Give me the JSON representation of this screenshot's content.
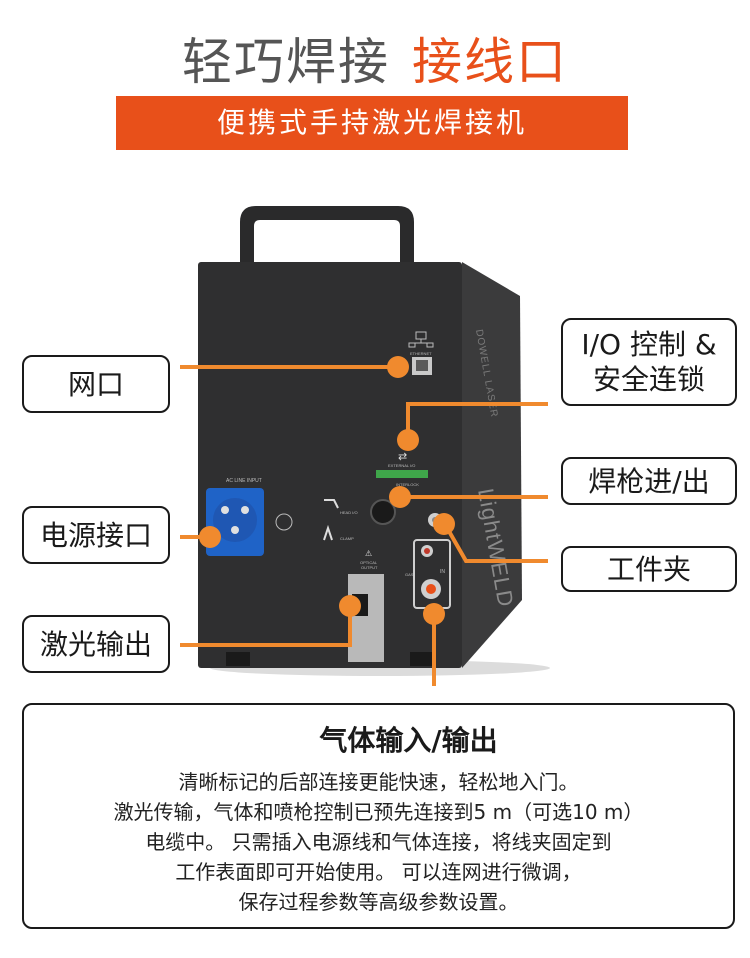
{
  "title": {
    "part1": "轻巧焊接",
    "part2": "接线口"
  },
  "banner": "便携式手持激光焊接机",
  "colors": {
    "accent": "#e8501a",
    "cabinet": "#2f2f30",
    "connector": "#1f63c7"
  },
  "labels": {
    "network": "网口",
    "power": "电源接口",
    "laser_out": "激光输出",
    "io_line1": "I/O 控制 &",
    "io_line2": "安全连锁",
    "torch": "焊枪进/出",
    "clamp": "工件夹"
  },
  "device": {
    "brand_side": "DOWELL LASER",
    "brand_product": "LightWELD",
    "ethernet": "ETHERNET",
    "ac_line": "AC LINE INPUT",
    "external_io": "EXTERNAL I/O",
    "interlock": "INTERLOCK",
    "head_io": "HEAD I/O",
    "clamp": "CLAMP",
    "optical_output_line1": "OPTICAL",
    "optical_output_line2": "OUTPUT",
    "gas": "GAS",
    "in_short": "IN"
  },
  "info": {
    "title": "气体输入/输出",
    "lines": [
      "清晰标记的后部连接更能快速，轻松地入门。",
      "激光传输，气体和喷枪控制已预先连接到5 m（可选10 m）",
      "电缆中。 只需插入电源线和气体连接，将线夹固定到",
      "工作表面即可开始使用。 可以连网进行微调，",
      "保存过程参数等高级参数设置。"
    ]
  }
}
